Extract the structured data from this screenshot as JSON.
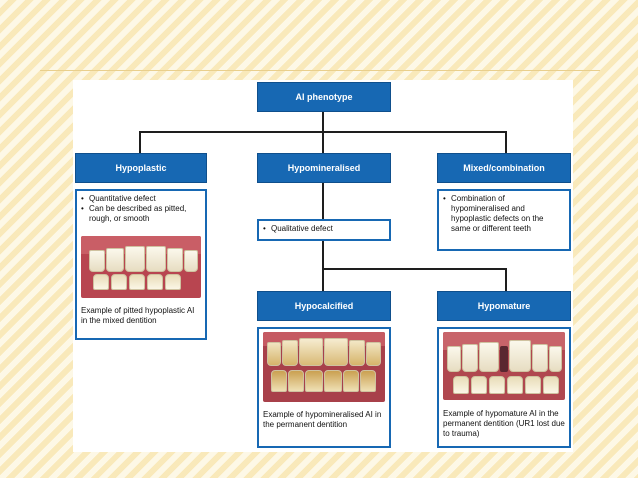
{
  "nodes": {
    "root": {
      "label": "AI phenotype"
    },
    "hypoplastic": {
      "label": "Hypoplastic",
      "bullets": [
        "Quantitative defect",
        "Can be described as pitted, rough, or smooth"
      ],
      "caption": "Example of pitted hypoplastic AI in the mixed dentition"
    },
    "hypomineralised": {
      "label": "Hypomineralised",
      "bullets": [
        "Qualitative defect"
      ]
    },
    "mixed": {
      "label": "Mixed/combination",
      "bullets": [
        "Combination of hypomineralised and hypoplastic defects on the same or different teeth"
      ]
    },
    "hypocalcified": {
      "label": "Hypocalcified",
      "caption": "Example of hypomineralised AI in the permanent dentition"
    },
    "hypomature": {
      "label": "Hypomature",
      "caption": "Example of hypomature AI in the permanent dentition (UR1 lost due to trauma)"
    }
  },
  "bullet_symbol": "•",
  "colors": {
    "header_fill": "#1768b3",
    "box_border": "#1768b3",
    "gum": "#c4505a",
    "enamel_stain": "#d6b46a"
  }
}
